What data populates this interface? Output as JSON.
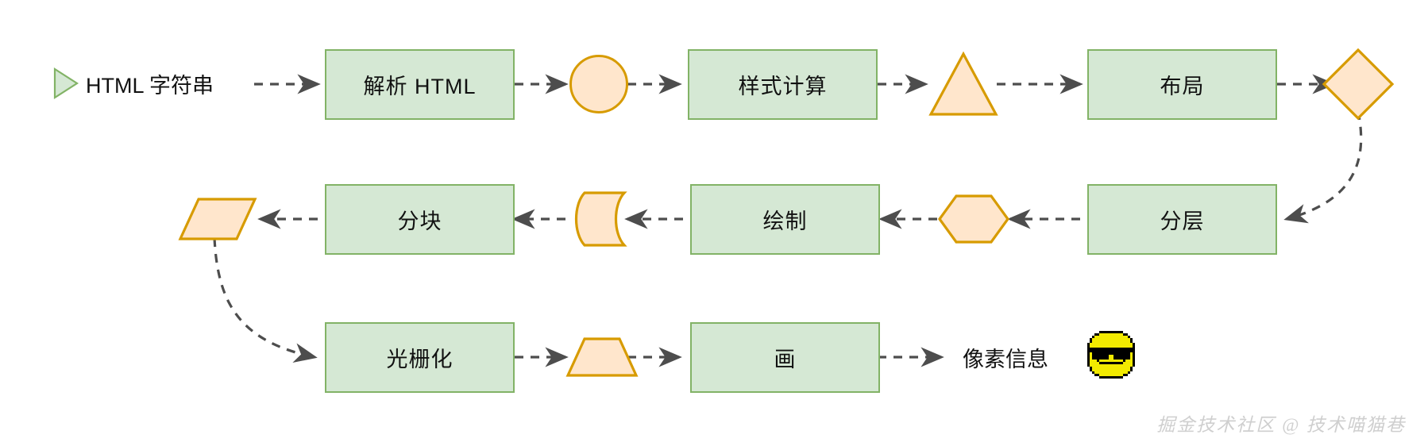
{
  "diagram": {
    "title": "Browser rendering pipeline flowchart",
    "colors": {
      "process_fill": "#d5e8d4",
      "process_stroke": "#82b366",
      "decision_fill": "#ffe6cc",
      "decision_stroke": "#d79b00",
      "arrow": "#4d4d4d",
      "text": "#111111",
      "watermark": "#cfcfcf",
      "emoji_yellow": "#f2ea00"
    },
    "start": {
      "icon": "play-triangle-icon",
      "label": "HTML  字符串"
    },
    "row1": {
      "nodes": [
        {
          "id": "parse-html",
          "label": "解析 HTML",
          "shape": "rectangle"
        },
        {
          "id": "dom-tree",
          "label": "",
          "shape": "circle"
        },
        {
          "id": "style-calc",
          "label": "样式计算",
          "shape": "rectangle"
        },
        {
          "id": "style-artifact",
          "label": "",
          "shape": "triangle"
        },
        {
          "id": "layout",
          "label": "布局",
          "shape": "rectangle"
        },
        {
          "id": "layout-artifact",
          "label": "",
          "shape": "diamond"
        }
      ]
    },
    "row2": {
      "nodes": [
        {
          "id": "tile-artifact",
          "label": "",
          "shape": "parallelogram"
        },
        {
          "id": "tiling",
          "label": "分块",
          "shape": "rectangle"
        },
        {
          "id": "paint-artifact",
          "label": "",
          "shape": "tape"
        },
        {
          "id": "paint",
          "label": "绘制",
          "shape": "rectangle"
        },
        {
          "id": "layer-artifact",
          "label": "",
          "shape": "hexagon"
        },
        {
          "id": "layering",
          "label": "分层",
          "shape": "rectangle"
        }
      ]
    },
    "row3": {
      "nodes": [
        {
          "id": "rasterize",
          "label": "光栅化",
          "shape": "rectangle"
        },
        {
          "id": "raster-artifact",
          "label": "",
          "shape": "trapezoid"
        },
        {
          "id": "draw",
          "label": "画",
          "shape": "rectangle"
        }
      ],
      "output": {
        "label": "像素信息",
        "icon": "sunglasses-smiley-emoji"
      }
    },
    "watermark": "掘金技术社区 @ 技术喵猫巷"
  }
}
